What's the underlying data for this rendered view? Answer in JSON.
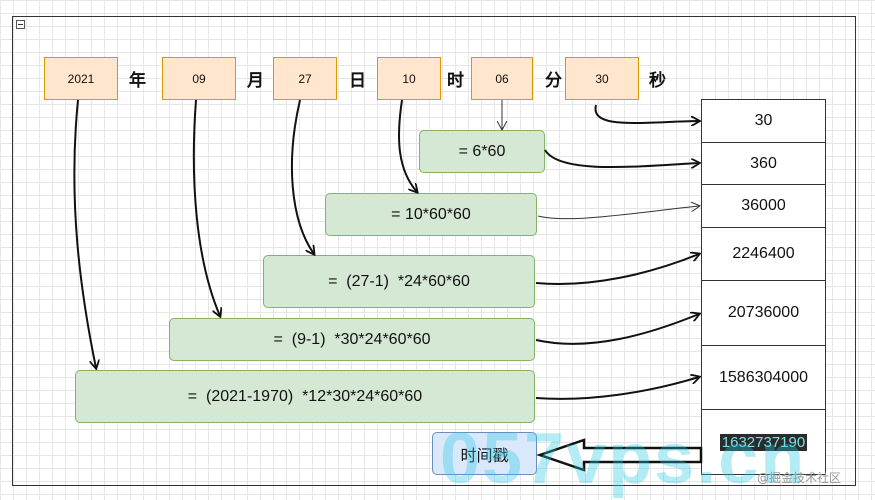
{
  "date": {
    "year": "2021",
    "year_unit": "年",
    "month": "09",
    "month_unit": "月",
    "day": "27",
    "day_unit": "日",
    "hour": "10",
    "hour_unit": "时",
    "minute": "06",
    "minute_unit": "分",
    "second": "30",
    "second_unit": "秒"
  },
  "calcs": {
    "minute": "= 6*60",
    "hour": "= 10*60*60",
    "day": "=  (27-1)  *24*60*60",
    "month": "=  (9-1)  *30*24*60*60",
    "year": "=  (2021-1970)  *12*30*24*60*60"
  },
  "results": [
    "30",
    "360",
    "36000",
    "2246400",
    "20736000",
    "1586304000",
    "1632737190"
  ],
  "timestamp_label": "时间戳",
  "watermark": "057vps.cn",
  "credit": "@掘金技术社区",
  "colors": {
    "date_fill": "#ffe6cc",
    "date_stroke": "#d79b00",
    "calc_fill": "#d5e8d4",
    "calc_stroke": "#82b366",
    "ts_fill": "#dae8fc",
    "ts_stroke": "#6c8ebf"
  }
}
